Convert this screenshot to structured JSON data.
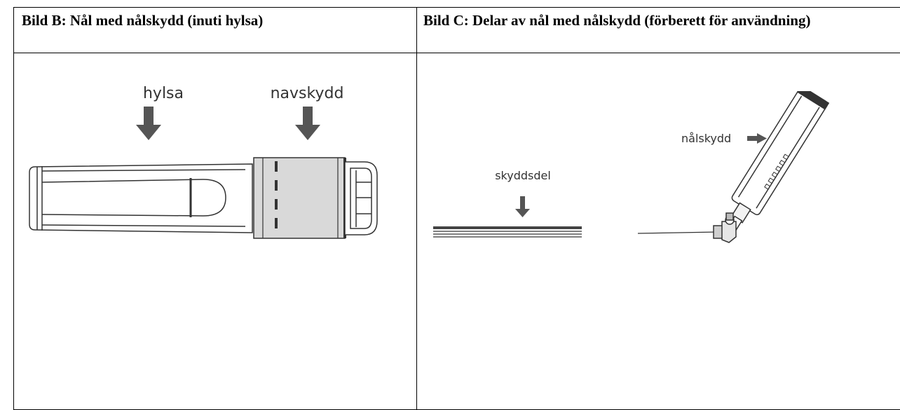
{
  "table": {
    "left_header": "Bild B: Nål med nålskydd (inuti hylsa)",
    "right_header": "Bild C: Delar av nål med nålskydd (förberett för användning)"
  },
  "figure_b": {
    "labels": {
      "sleeve": "hylsa",
      "hub_cover": "navskydd"
    }
  },
  "figure_c": {
    "labels": {
      "protective_part": "skyddsdel",
      "needle_guard": "nålskydd"
    }
  },
  "colors": {
    "outline": "#333333",
    "arrow": "#555555",
    "hub_cover_fill": "#d9d9d9"
  }
}
